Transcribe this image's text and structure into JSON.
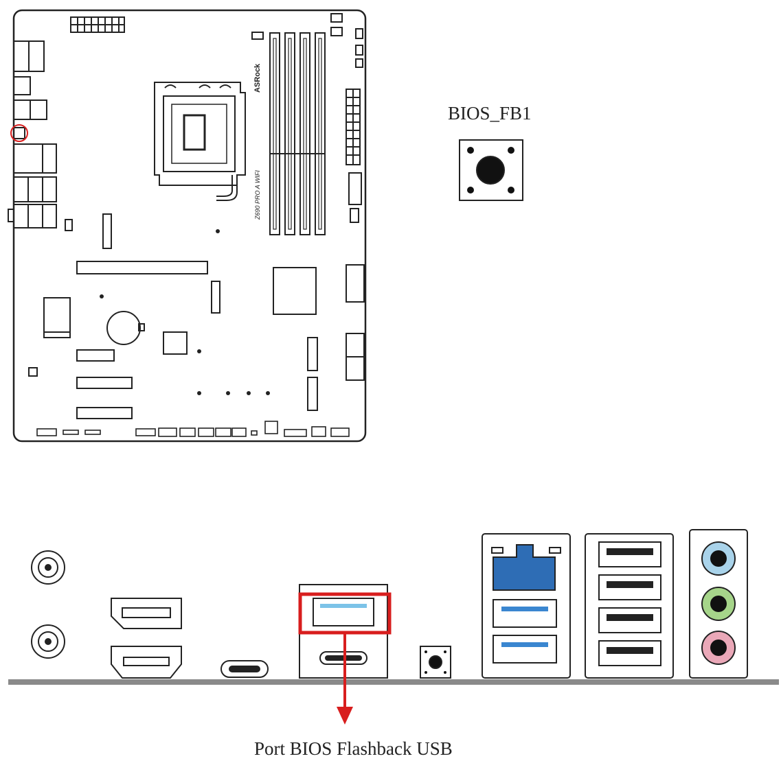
{
  "labels": {
    "bios_button": "BIOS_FB1",
    "flashback_port": "Port BIOS Flashback USB"
  },
  "board_text": {
    "brand": "ASRock",
    "model": "Z690 PRO A WIFI"
  },
  "colors": {
    "outline": "#222222",
    "highlight": "#d81e1e",
    "rj45": "#2e6db5",
    "usb3": "#3a86d0",
    "usb_flashback": "#7cc3e8",
    "audio_blue": "#a9d3ea",
    "audio_green": "#a6d58a",
    "audio_pink": "#eaa8b8",
    "baseline": "#8a8a8a"
  },
  "icons": {
    "bios_button": "push-button-icon",
    "arrow": "arrow-down-icon"
  }
}
